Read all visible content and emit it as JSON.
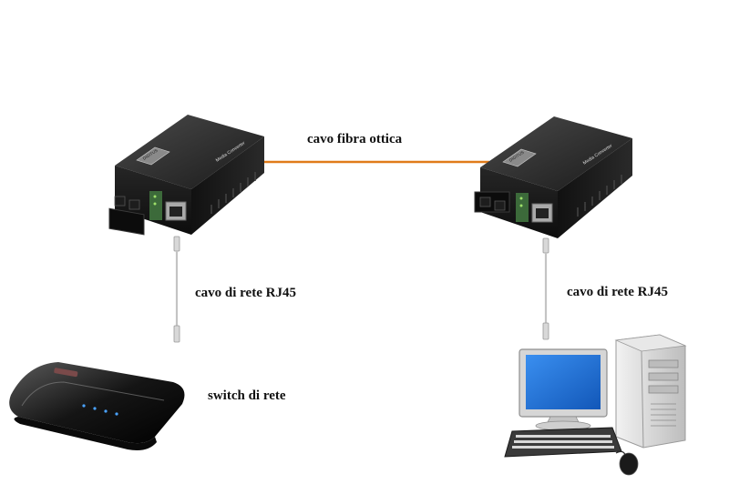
{
  "labels": {
    "fiber_cable": "cavo fibra ottica",
    "rj45_cable_left": "cavo di rete RJ45",
    "rj45_cable_right": "cavo di rete RJ45",
    "network_switch": "switch di rete"
  },
  "media_converter": {
    "brand_text": "DIGITUS",
    "model_text": "Media Converter"
  },
  "colors": {
    "fiber_cable": "#e07b1a",
    "ethernet_cable": "#b8b8b8",
    "device_body": "#1e1e1e",
    "monitor_screen": "#1f6fd6",
    "pc_case": "#d4d4d4",
    "switch_leds": "#4aa3ff"
  },
  "icons": {
    "left_converter": "media-converter-icon",
    "right_converter": "media-converter-icon",
    "switch": "network-switch-icon",
    "computer": "desktop-computer-icon"
  }
}
